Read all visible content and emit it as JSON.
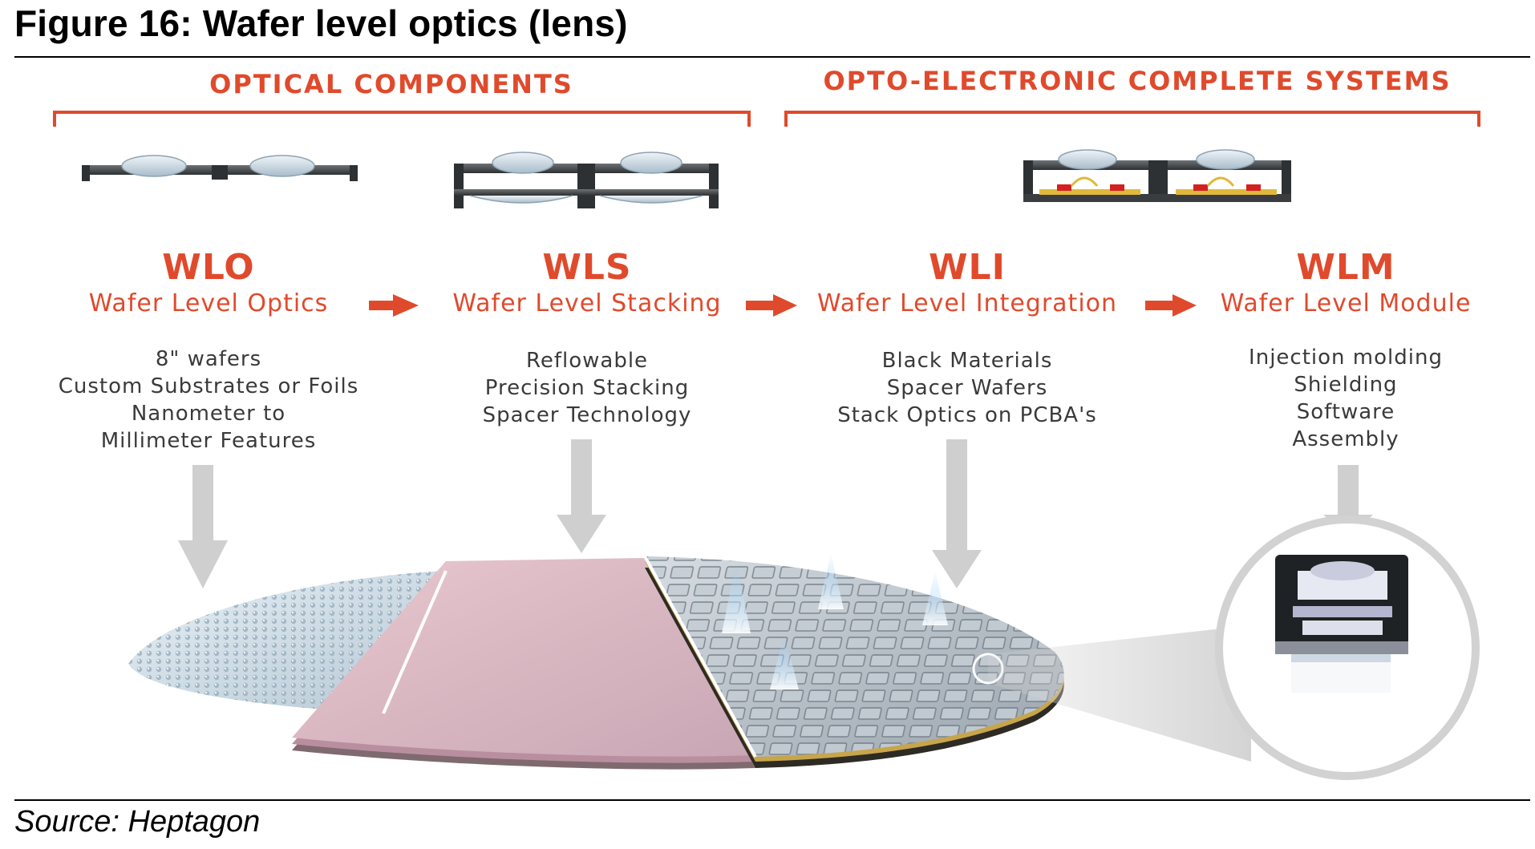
{
  "figure": {
    "title": "Figure 16: Wafer level optics (lens)",
    "source": "Source: Heptagon"
  },
  "categories": [
    {
      "label": "OPTICAL COMPONENTS"
    },
    {
      "label": "OPTO-ELECTRONIC COMPLETE SYSTEMS"
    }
  ],
  "stages": [
    {
      "code": "WLO",
      "name": "Wafer Level Optics",
      "features": [
        "8\" wafers",
        "Custom Substrates or Foils",
        "Nanometer to",
        "Millimeter Features"
      ]
    },
    {
      "code": "WLS",
      "name": "Wafer Level Stacking",
      "features": [
        "Reflowable",
        "Precision Stacking",
        "Spacer Technology"
      ]
    },
    {
      "code": "WLI",
      "name": "Wafer Level Integration",
      "features": [
        "Black Materials",
        "Spacer Wafers",
        "Stack Optics on PCBA's"
      ]
    },
    {
      "code": "WLM",
      "name": "Wafer Level Module",
      "features": [
        "Injection molding",
        "Shielding",
        "Software",
        "Assembly"
      ]
    }
  ],
  "colors": {
    "accent": "#e04a2c",
    "arrow_gray": "#cfcfcf",
    "text_gray": "#3a3a3a",
    "lens_blue": "#2f6fb3"
  }
}
